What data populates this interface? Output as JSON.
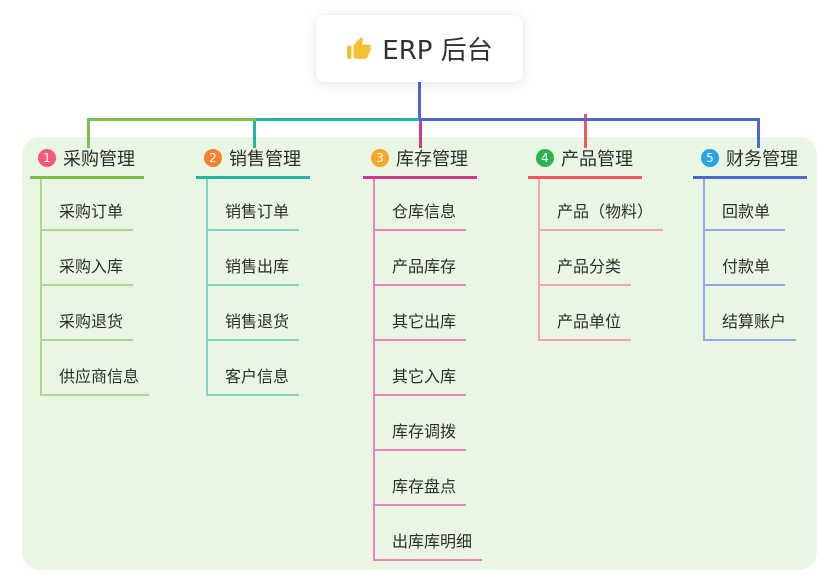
{
  "root": {
    "title": "ERP 后台",
    "icon": "thumbs-up-icon",
    "icon_color": "#f5c02e"
  },
  "colors": {
    "panel_bg": "#eaf6e4",
    "bus_green": "#7cbe4b",
    "bus_teal": "#22b5a5",
    "bus_blue": "#4a68d0",
    "root_drop_blue": "#4a68d0",
    "text": "#2d2d2d"
  },
  "branches": [
    {
      "index": "1",
      "title": "采购管理",
      "color": "#7cbe4b",
      "light": "#abd98b",
      "badge_color": "#f95977",
      "children": [
        "采购订单",
        "采购入库",
        "采购退货",
        "供应商信息"
      ]
    },
    {
      "index": "2",
      "title": "销售管理",
      "color": "#22b5a5",
      "light": "#7fd2c6",
      "badge_color": "#f8812f",
      "children": [
        "销售订单",
        "销售出库",
        "销售退货",
        "客户信息"
      ]
    },
    {
      "index": "3",
      "title": "库存管理",
      "color": "#ca3a91",
      "light": "#ee82bf",
      "badge_color": "#f6a723",
      "children": [
        "仓库信息",
        "产品库存",
        "其它出库",
        "其它入库",
        "库存调拨",
        "库存盘点",
        "出库库明细"
      ]
    },
    {
      "index": "4",
      "title": "产品管理",
      "color": "#f4545c",
      "light": "#f9a3a5",
      "badge_color": "#2db54d",
      "children": [
        "产品（物料）",
        "产品分类",
        "产品单位"
      ]
    },
    {
      "index": "5",
      "title": "财务管理",
      "color": "#4a68d0",
      "light": "#8ea8e8",
      "badge_color": "#2aa3e3",
      "children": [
        "回款单",
        "付款单",
        "结算账户"
      ]
    }
  ]
}
